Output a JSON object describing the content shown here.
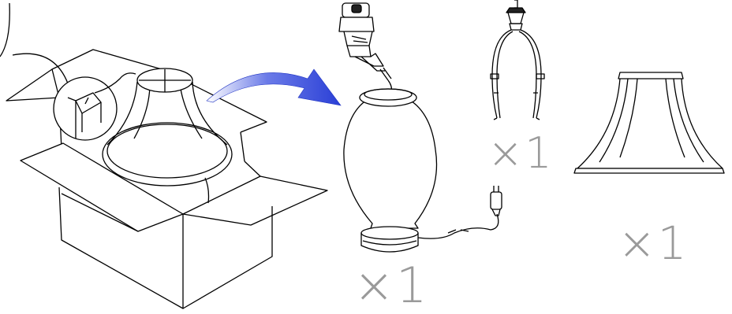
{
  "items": [
    {
      "id": "lamp-base",
      "icon": "lamp-base-with-socket-and-cord",
      "quantity": "×1"
    },
    {
      "id": "harp",
      "icon": "lamp-harp-with-finial",
      "quantity": "×1"
    },
    {
      "id": "shade",
      "icon": "bell-lamp-shade",
      "quantity": "×1"
    }
  ],
  "box": {
    "icon": "open-shipping-box-with-shade"
  },
  "arrow": {
    "icon": "curved-arrow-right",
    "color": "#2a3fd6"
  }
}
